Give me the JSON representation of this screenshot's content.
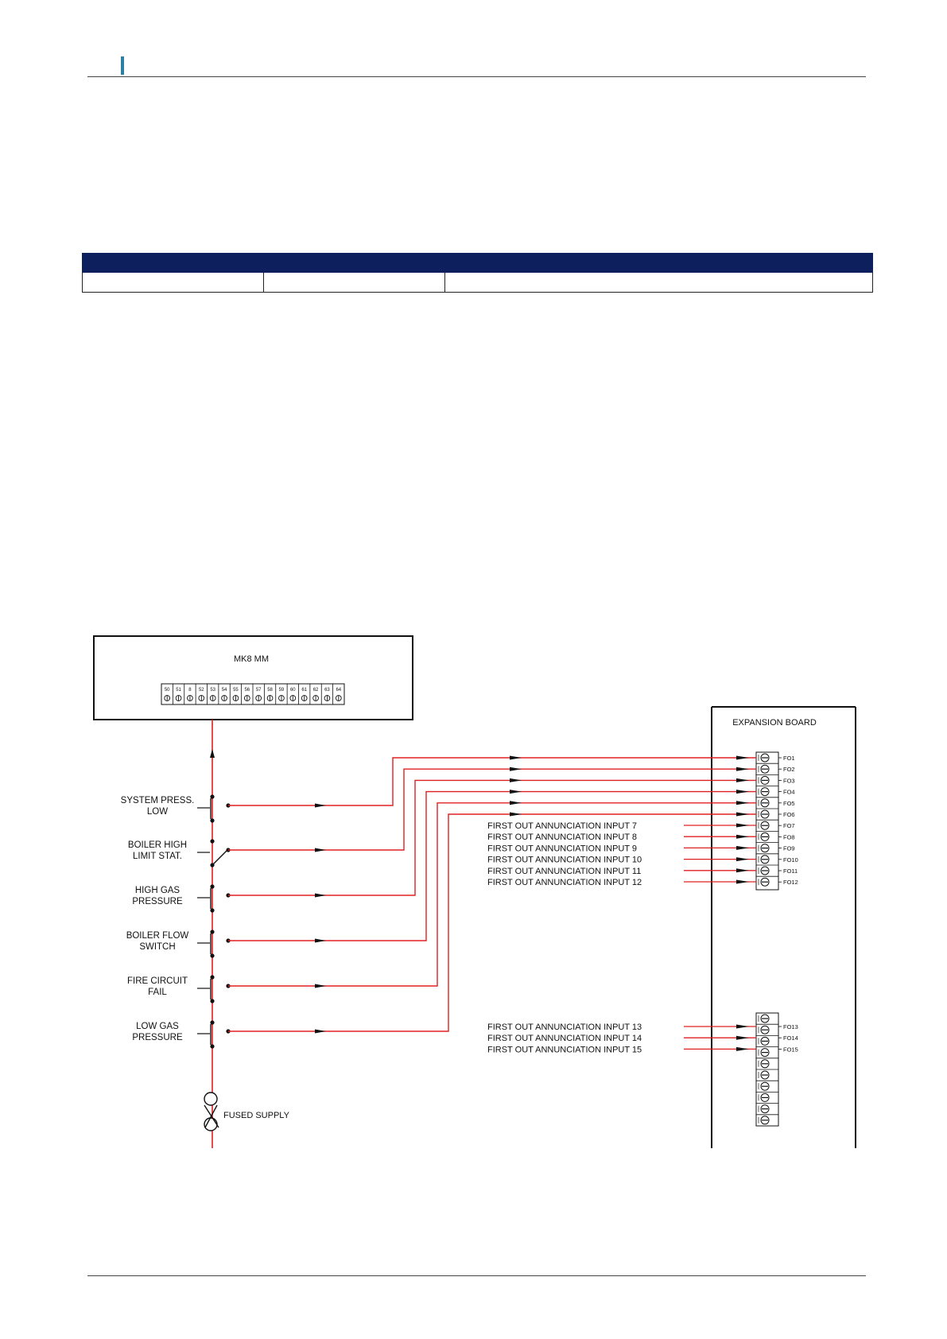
{
  "table": {
    "headers": [
      "",
      "",
      ""
    ],
    "rows": [
      [
        "",
        "",
        ""
      ]
    ]
  },
  "diagram": {
    "controller_title": "MK8 MM",
    "terminals": [
      "50",
      "51",
      "8",
      "52",
      "53",
      "54",
      "55",
      "56",
      "57",
      "58",
      "59",
      "60",
      "61",
      "62",
      "63",
      "64"
    ],
    "expansion_title": "EXPANSION BOARD",
    "switches": [
      {
        "line1": "SYSTEM PRESS.",
        "line2": "LOW"
      },
      {
        "line1": "BOILER HIGH",
        "line2": "LIMIT STAT."
      },
      {
        "line1": "HIGH GAS",
        "line2": "PRESSURE"
      },
      {
        "line1": "BOILER FLOW",
        "line2": "SWITCH"
      },
      {
        "line1": "FIRE CIRCUIT",
        "line2": "FAIL"
      },
      {
        "line1": "LOW GAS",
        "line2": "PRESSURE"
      }
    ],
    "fused_supply": "FUSED SUPPLY",
    "fo_labels_top": [
      "FO1",
      "FO2",
      "FO3",
      "FO4",
      "FO5",
      "FO6",
      "FO7",
      "FO8",
      "FO9",
      "FO10",
      "FO11",
      "FO12"
    ],
    "fo_labels_bottom": [
      "FO13",
      "FO14",
      "FO15"
    ],
    "annunciation_inputs_top": [
      "FIRST OUT ANNUNCIATION INPUT 7",
      "FIRST OUT ANNUNCIATION INPUT 8",
      "FIRST OUT ANNUNCIATION INPUT 9",
      "FIRST OUT ANNUNCIATION INPUT 10",
      "FIRST OUT ANNUNCIATION INPUT 11",
      "FIRST OUT ANNUNCIATION INPUT 12"
    ],
    "annunciation_inputs_bottom": [
      "FIRST OUT ANNUNCIATION INPUT 13",
      "FIRST OUT ANNUNCIATION INPUT 14",
      "FIRST OUT ANNUNCIATION INPUT 15"
    ],
    "colors": {
      "wire": "#e02020",
      "line": "#111111",
      "header_bar": "#2f7fa5",
      "table_header": "#0d1f5c"
    }
  }
}
